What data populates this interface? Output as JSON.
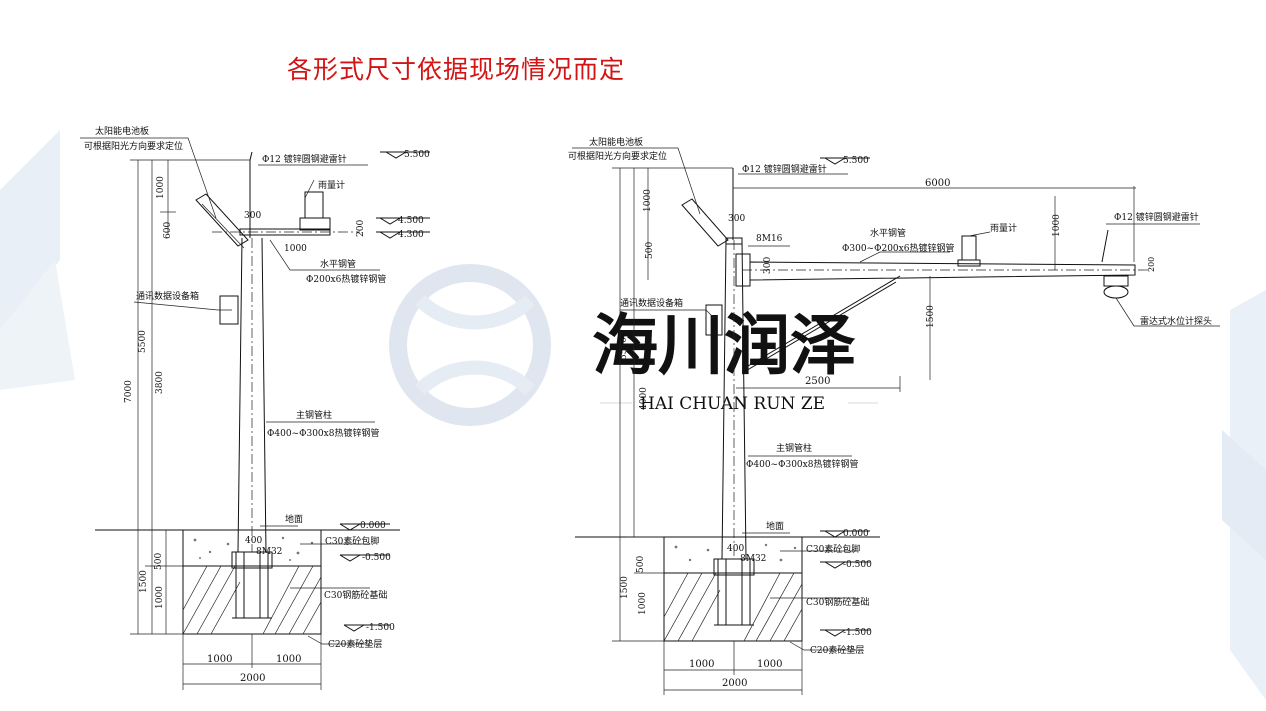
{
  "title": "各形式尺寸依据现场情况而定",
  "watermark": {
    "name": "海川润泽",
    "sub": "HAI CHUAN RUN ZE"
  },
  "colors": {
    "title": "#d21414",
    "line": "#111111",
    "watermark": "#c9ced6",
    "deco": "#e6edf5"
  },
  "left": {
    "solar_panel": "太阳能电池板",
    "solar_note": "可根据阳光方向要求定位",
    "lightning_rod": "Φ12 镀锌圆钢避雷针",
    "rain_gauge": "雨量计",
    "horizontal_pipe": "水平钢管",
    "horizontal_pipe_spec": "Φ200x6热镀锌钢管",
    "comm_box": "通讯数据设备箱",
    "main_pole": "主钢管柱",
    "main_pole_spec": "Φ400~Φ300x8热镀锌钢管",
    "ground": "地面",
    "c30_plain": "C30素砼包脚",
    "c30_rebar": "C30钢筋砼基础",
    "c20": "C20素砼垫层",
    "bolt": "8M32",
    "elev": [
      "5.500",
      "4.500",
      "4.300",
      "0.000",
      "-0.500",
      "-1.500"
    ],
    "dims": {
      "d1000": "1000",
      "d600": "600",
      "d5500": "5500",
      "d3800": "3800",
      "d7000": "7000",
      "d500": "500",
      "d1500": "1500",
      "d1000b": "1000",
      "d300": "300",
      "d200": "200",
      "d1000h": "1000",
      "d400": "400",
      "b1000a": "1000",
      "b1000b": "1000",
      "b2000": "2000"
    }
  },
  "right": {
    "solar_panel": "太阳能电池板",
    "solar_note": "可根据阳光方向要求定位",
    "lightning_rod": "Φ12 镀锌圆钢避雷针",
    "lightning_rod2": "Φ12 镀锌圆钢避雷针",
    "rain_gauge": "雨量计",
    "horizontal_pipe": "水平钢管",
    "horizontal_pipe_spec": "Φ300~Φ200x6热镀锌钢管",
    "bolt_top": "8M16",
    "comm_box": "通讯数据设备箱",
    "radar": "雷达式水位计探头",
    "main_pole": "主钢管柱",
    "main_pole_spec": "Φ400~Φ300x8热镀锌钢管",
    "ground": "地面",
    "c30_plain": "C30素砼包脚",
    "c30_rebar": "C30钢筋砼基础",
    "c20": "C20素砼垫层",
    "bolt": "8M32",
    "elev": [
      "5.500",
      "0.000",
      "-0.500",
      "-1.500"
    ],
    "dims": {
      "d6000": "6000",
      "d1000": "1000",
      "d500": "500",
      "d5500": "5500",
      "d4000": "4000",
      "d1500": "1500",
      "d2500": "2500",
      "d1000v": "1000",
      "d300": "300",
      "d300b": "300",
      "d400": "400",
      "d200": "200",
      "d500b": "500",
      "d1500b": "1500",
      "d1000b": "1000",
      "b1000a": "1000",
      "b1000b": "1000",
      "b2000": "2000"
    }
  }
}
